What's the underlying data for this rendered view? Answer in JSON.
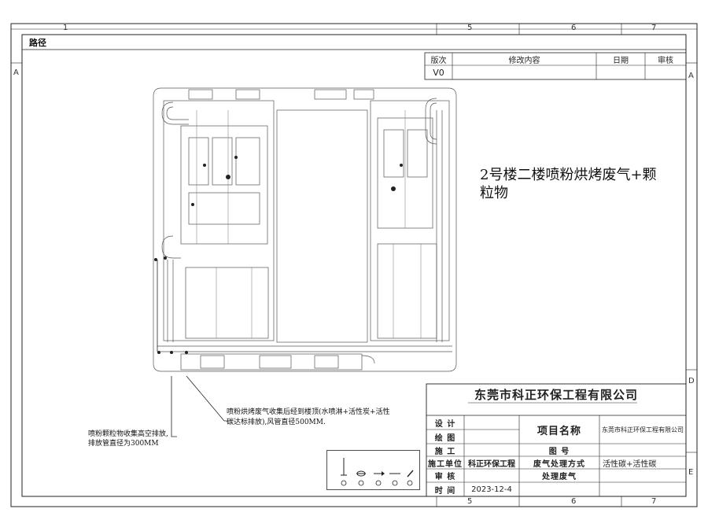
{
  "border": {
    "top_numbers": [
      "1",
      "5",
      "6",
      "7"
    ],
    "bottom_numbers": [
      "5",
      "6",
      "7"
    ],
    "side_letters_left": [
      "A"
    ],
    "side_letters_right": [
      "A",
      "D",
      "E"
    ]
  },
  "header": {
    "title": "路径"
  },
  "revision": {
    "headers": [
      "版次",
      "修改内容",
      "日期",
      "审核"
    ],
    "rows": [
      [
        "V0",
        "",
        "",
        ""
      ]
    ]
  },
  "drawing": {
    "caption": "2号楼二楼喷粉烘烤废气+颗粒物",
    "note_left": [
      "喷粉颗粒物收集高空排放,",
      "排放管直径为300MM"
    ],
    "note_right": [
      "喷粉烘烤废气收集后经到楼顶(水喷淋+活性炭+活性",
      "碳达标排放),风管直径500MM."
    ]
  },
  "legend": {
    "symbols": [
      "valve-icon",
      "fan-icon",
      "arrow-icon",
      "pipe-icon",
      "nozzle-icon"
    ]
  },
  "title_block": {
    "company": "东莞市科正环保工程有限公司",
    "design_label": "设  计",
    "draw_label": "绘  图",
    "construct_label": "施  工",
    "unit_label": "施工单位",
    "unit_value": "科正环保工程",
    "review_label": "审  核",
    "time_label": "时  间",
    "time_value": "2023-12-4",
    "project_label": "项目名称",
    "project_value": "东莞市科正环保工程有限公司",
    "figno_label": "图  号",
    "method_label": "废气处理方式",
    "method_value": "活性碳+活性碳",
    "waste_label": "处理废气"
  }
}
